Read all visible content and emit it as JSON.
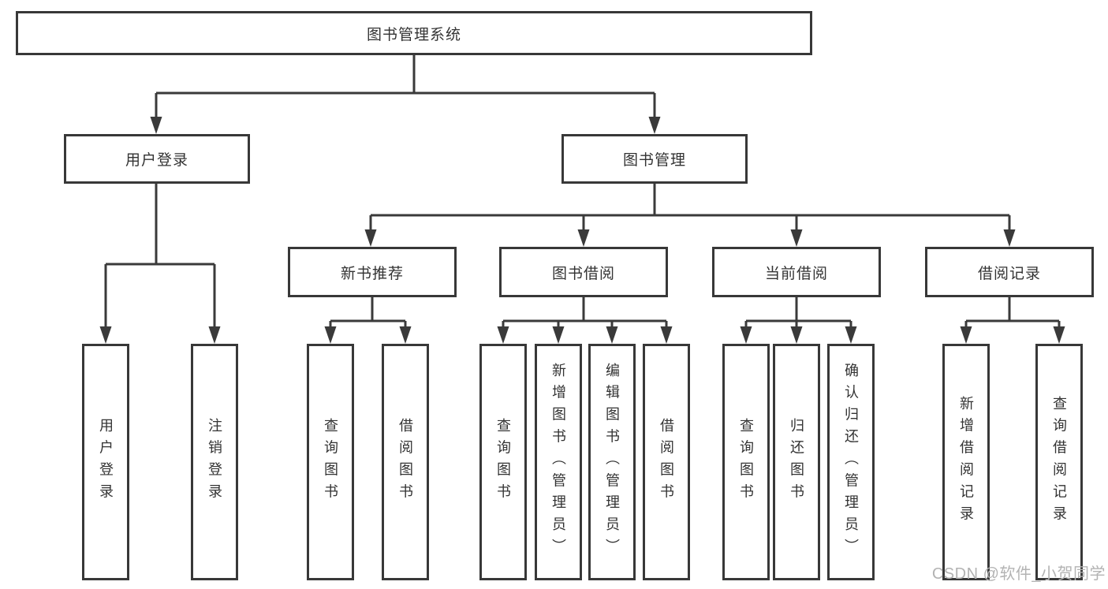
{
  "tree": {
    "label": "图书管理系统",
    "children": [
      {
        "label": "用户登录",
        "children": [
          {
            "label": "用户登录"
          },
          {
            "label": "注销登录"
          }
        ]
      },
      {
        "label": "图书管理",
        "children": [
          {
            "label": "新书推荐",
            "children": [
              {
                "label": "查询图书"
              },
              {
                "label": "借阅图书"
              }
            ]
          },
          {
            "label": "图书借阅",
            "children": [
              {
                "label": "查询图书"
              },
              {
                "label": "新增图书（管理员）"
              },
              {
                "label": "编辑图书（管理员）"
              },
              {
                "label": "借阅图书"
              }
            ]
          },
          {
            "label": "当前借阅",
            "children": [
              {
                "label": "查询图书"
              },
              {
                "label": "归还图书"
              },
              {
                "label": "确认归还（管理员）"
              }
            ]
          },
          {
            "label": "借阅记录",
            "children": [
              {
                "label": "新增借阅记录"
              },
              {
                "label": "查询借阅记录"
              }
            ]
          }
        ]
      }
    ]
  },
  "watermark": "CSDN @软件_小贺同学",
  "colors": {
    "line": "#3a3a3a",
    "border": "#383838",
    "text": "#333333",
    "watermark": "#b3b3b3",
    "background": "#ffffff"
  }
}
